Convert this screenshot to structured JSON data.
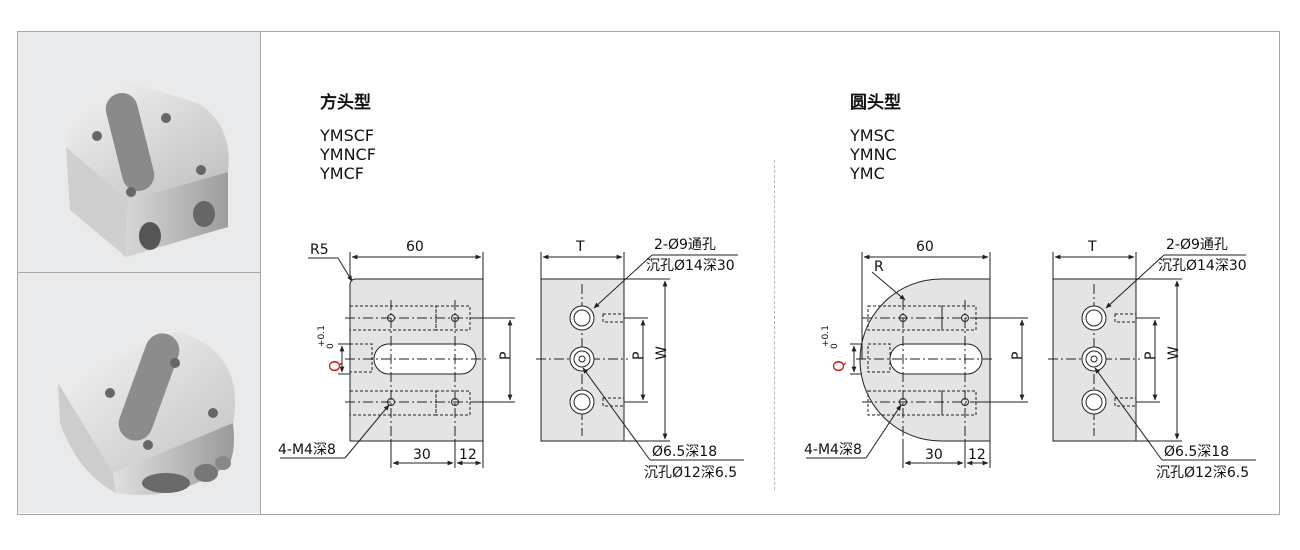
{
  "photos": {
    "top": {
      "name": "square-head-part-photo"
    },
    "bottom": {
      "name": "round-head-part-photo"
    }
  },
  "square": {
    "title": "方头型",
    "models": [
      "YMSCF",
      "YMNCF",
      "YMCF"
    ],
    "labels": {
      "r": "R5",
      "w60": "60",
      "q": "Q",
      "q_tol_plus": "+0.1",
      "q_tol_zero": "0",
      "p_front": "P",
      "m4": "4-M4深8",
      "d30": "30",
      "d12": "12",
      "t": "T",
      "through": "2-Ø9通孔",
      "cb14": "沉孔Ø14深30",
      "p_side": "P",
      "w": "W",
      "d65": "Ø6.5深18",
      "cb12": "沉孔Ø12深6.5"
    }
  },
  "round": {
    "title": "圆头型",
    "models": [
      "YMSC",
      "YMNC",
      "YMC"
    ],
    "labels": {
      "r": "R",
      "w60": "60",
      "q": "Q",
      "q_tol_plus": "+0.1",
      "q_tol_zero": "0",
      "p_front": "P",
      "m4": "4-M4深8",
      "d30": "30",
      "d12": "12",
      "t": "T",
      "through": "2-Ø9通孔",
      "cb14": "沉孔Ø14深30",
      "p_side": "P",
      "w": "W",
      "d65": "Ø6.5深18",
      "cb12": "沉孔Ø12深6.5"
    }
  },
  "colors": {
    "part_fill": "#e4e4e4",
    "line": "#222222",
    "q_red": "#d11a1a"
  }
}
